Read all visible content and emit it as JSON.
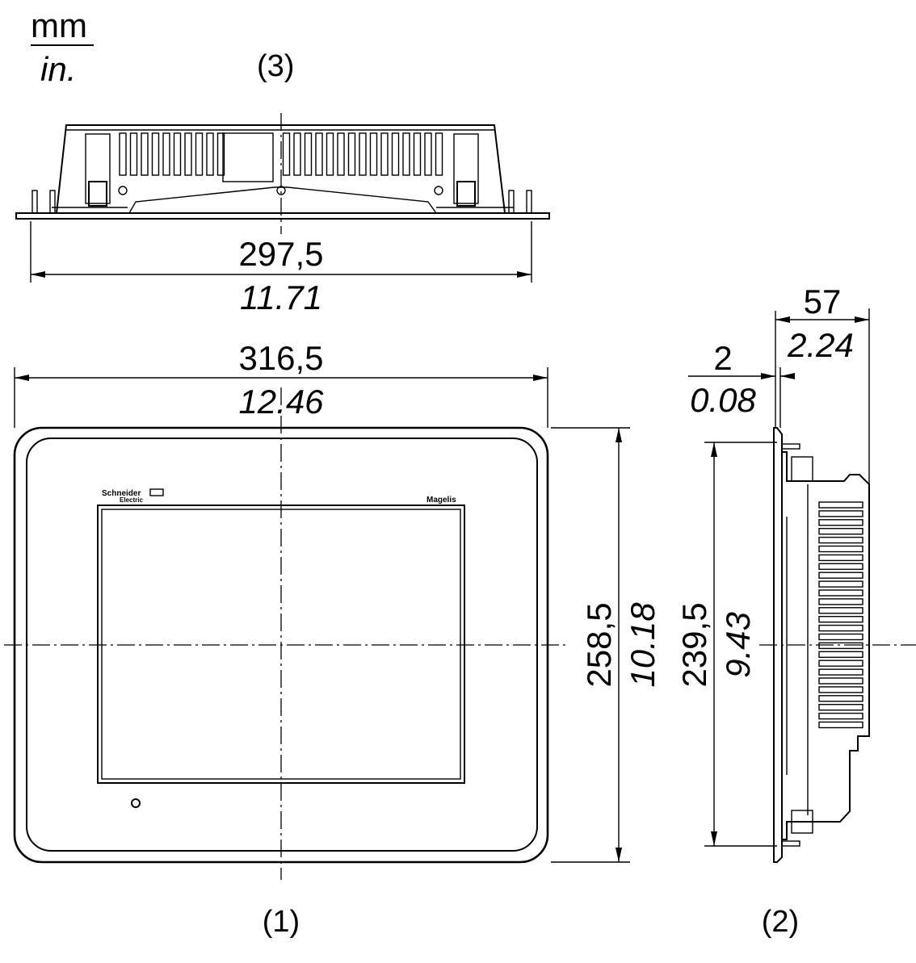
{
  "units": {
    "metric": "mm",
    "imperial": "in."
  },
  "views": {
    "front": "(1)",
    "side": "(2)",
    "top": "(3)"
  },
  "dimensions": {
    "top_width": {
      "mm": "297,5",
      "in": "11.71"
    },
    "front_width": {
      "mm": "316,5",
      "in": "12.46"
    },
    "front_height": {
      "mm": "258,5",
      "in": "10.18"
    },
    "side_inner_height": {
      "mm": "239,5",
      "in": "9.43"
    },
    "side_depth": {
      "mm": "57",
      "in": "2.24"
    },
    "side_bezel": {
      "mm": "2",
      "in": "0.08"
    }
  },
  "branding": {
    "maker": "Schneider",
    "maker_sub": "Electric",
    "product": "Magelis"
  }
}
